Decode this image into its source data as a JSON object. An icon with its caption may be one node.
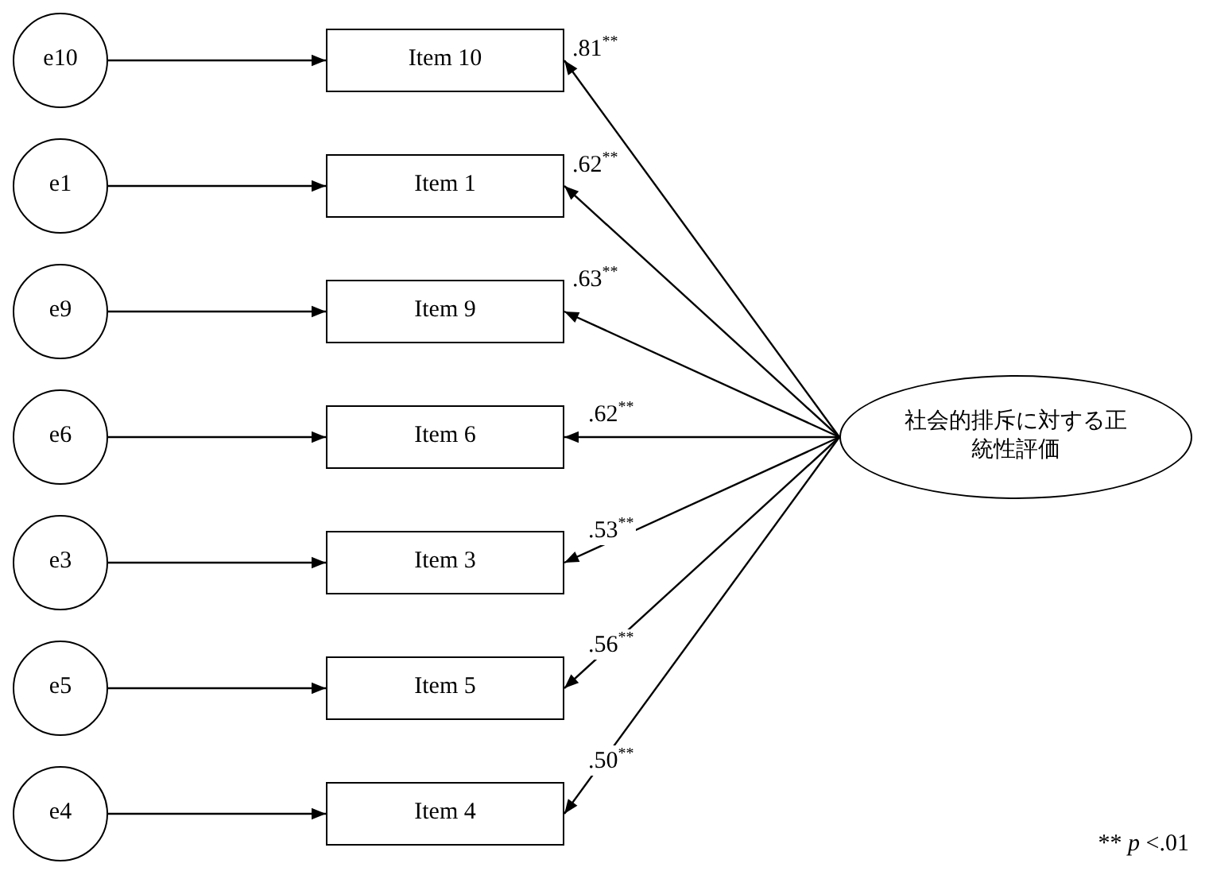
{
  "diagram": {
    "nodes": [
      {
        "text": [
          "e10"
        ]
      },
      {
        "text": [
          "Item 10"
        ]
      },
      {
        "text": [
          "e1"
        ]
      },
      {
        "text": [
          "Item 1"
        ]
      },
      {
        "text": [
          "e9"
        ]
      },
      {
        "text": [
          "Item 9"
        ]
      },
      {
        "text": [
          "e6"
        ]
      },
      {
        "text": [
          "Item 6"
        ]
      },
      {
        "text": [
          "e3"
        ]
      },
      {
        "text": [
          "Item 3"
        ]
      },
      {
        "text": [
          "e5"
        ]
      },
      {
        "text": [
          "Item 5"
        ]
      },
      {
        "text": [
          "e4"
        ]
      },
      {
        "text": [
          "Item 4"
        ]
      },
      {
        "text": [
          "社会的排斥に対する正統性評価"
        ]
      }
    ],
    "edges": [
      {
        "from": 0,
        "to": 1,
        "arrow": "to"
      },
      {
        "from": 2,
        "to": 3,
        "arrow": "to"
      },
      {
        "from": 4,
        "to": 5,
        "arrow": "to"
      },
      {
        "from": 6,
        "to": 7,
        "arrow": "to"
      },
      {
        "from": 8,
        "to": 9,
        "arrow": "to"
      },
      {
        "from": 10,
        "to": 11,
        "arrow": "to"
      },
      {
        "from": 12,
        "to": 13,
        "arrow": "to"
      },
      {
        "from": 14,
        "to": 1,
        "arrow": "to",
        "label": ".81$^{**}$"
      },
      {
        "from": 14,
        "to": 3,
        "arrow": "to",
        "label": ".62$^{**}$"
      },
      {
        "from": 14,
        "to": 5,
        "arrow": "to",
        "label": ".63$^{**}$"
      },
      {
        "from": 14,
        "to": 7,
        "arrow": "to",
        "label": ".62$^{**}$"
      },
      {
        "from": 14,
        "to": 9,
        "arrow": "to",
        "label": ".53$^{**}$"
      },
      {
        "from": 14,
        "to": 11,
        "arrow": "to",
        "label": ".56$^{**}$"
      },
      {
        "from": 14,
        "to": 13,
        "arrow": "to",
        "label": ".50$^{**}$"
      }
    ],
    "labels": [
      "** *p* <.01"
    ]
  }
}
